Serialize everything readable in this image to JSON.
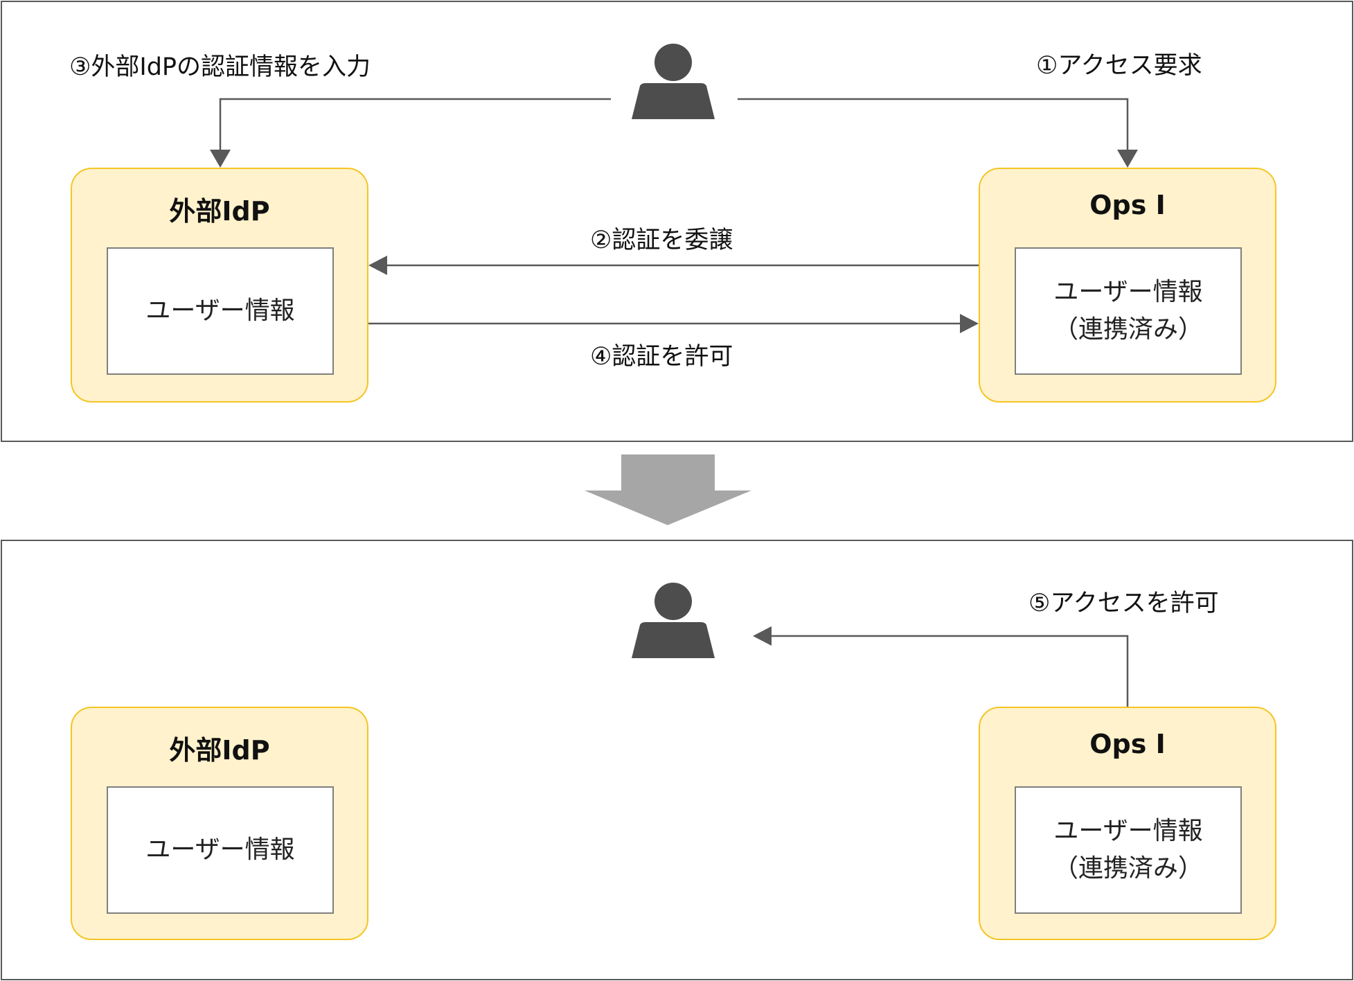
{
  "colors": {
    "panel_border": "#595959",
    "system_fill": "#FFF2CC",
    "system_border": "#F5C524",
    "inner_border": "#7F7F7F",
    "arrow": "#595959",
    "transition_arrow": "#A6A6A6",
    "user_icon": "#4D4D4D"
  },
  "icons": {
    "user": "person-icon",
    "transition": "down-arrow"
  },
  "before": {
    "idp": {
      "title": "外部IdP",
      "inner": "ユーザー情報"
    },
    "ops": {
      "title": "Ops I",
      "inner_line1": "ユーザー情報",
      "inner_line2": "（連携済み）"
    },
    "steps": {
      "step1": "①アクセス要求",
      "step2": "②認証を委譲",
      "step3": "③外部IdPの認証情報を入力",
      "step4": "④認証を許可"
    }
  },
  "after": {
    "idp": {
      "title": "外部IdP",
      "inner": "ユーザー情報"
    },
    "ops": {
      "title": "Ops I",
      "inner_line1": "ユーザー情報",
      "inner_line2": "（連携済み）"
    },
    "steps": {
      "step5": "⑤アクセスを許可"
    }
  }
}
